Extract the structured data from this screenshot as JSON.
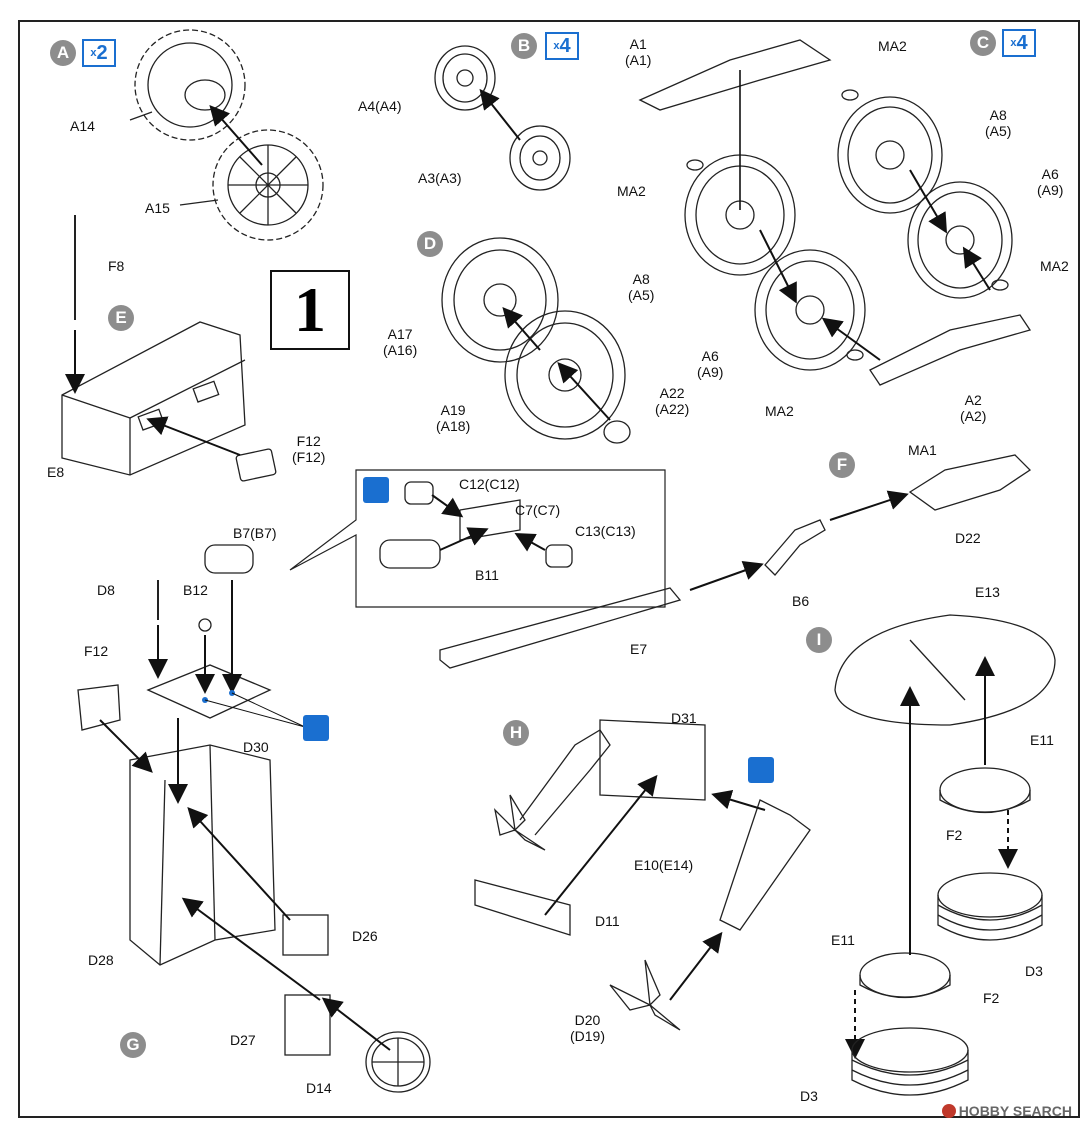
{
  "step_number": "1",
  "sections": {
    "A": {
      "letter": "A",
      "mult": "2"
    },
    "B": {
      "letter": "B",
      "mult": "4"
    },
    "C": {
      "letter": "C",
      "mult": "4"
    },
    "D": {
      "letter": "D"
    },
    "E": {
      "letter": "E"
    },
    "F": {
      "letter": "F"
    },
    "G": {
      "letter": "G"
    },
    "H": {
      "letter": "H"
    },
    "I": {
      "letter": "I"
    }
  },
  "mult_prefix": "x",
  "labels": {
    "A14": "A14",
    "A15": "A15",
    "A4": "A4(A4)",
    "A3": "A3(A3)",
    "A1a": "A1",
    "A1b": "(A1)",
    "MA2_top": "MA2",
    "A8_r_a": "A8",
    "A8_r_b": "(A5)",
    "A6_r_a": "A6",
    "A6_r_b": "(A9)",
    "MA2_r": "MA2",
    "MA2_l": "MA2",
    "A8_l_a": "A8",
    "A8_l_b": "(A5)",
    "A6_l_a": "A6",
    "A6_l_b": "(A9)",
    "MA2_b": "MA2",
    "A2a": "A2",
    "A2b": "(A2)",
    "A17a": "A17",
    "A17b": "(A16)",
    "A19a": "A19",
    "A19b": "(A18)",
    "A22a": "A22",
    "A22b": "(A22)",
    "F8": "F8",
    "E8": "E8",
    "F12a": "F12",
    "F12b": "(F12)",
    "C12": "C12(C12)",
    "C7": "C7(C7)",
    "C13": "C13(C13)",
    "B11": "B11",
    "B7": "B7(B7)",
    "D8": "D8",
    "B12": "B12",
    "F12_g": "F12",
    "D30": "D30",
    "D28": "D28",
    "D26": "D26",
    "D27": "D27",
    "D14": "D14",
    "MA1": "MA1",
    "D22": "D22",
    "B6": "B6",
    "E7": "E7",
    "D31": "D31",
    "D11": "D11",
    "E10": "E10(E14)",
    "D20a": "D20",
    "D20b": "(D19)",
    "E13": "E13",
    "E11_top": "E11",
    "F2_top": "F2",
    "D3_top": "D3",
    "E11_bot": "E11",
    "F2_bot": "F2",
    "D3_bot": "D3"
  },
  "watermark": "HOBBY SEARCH"
}
